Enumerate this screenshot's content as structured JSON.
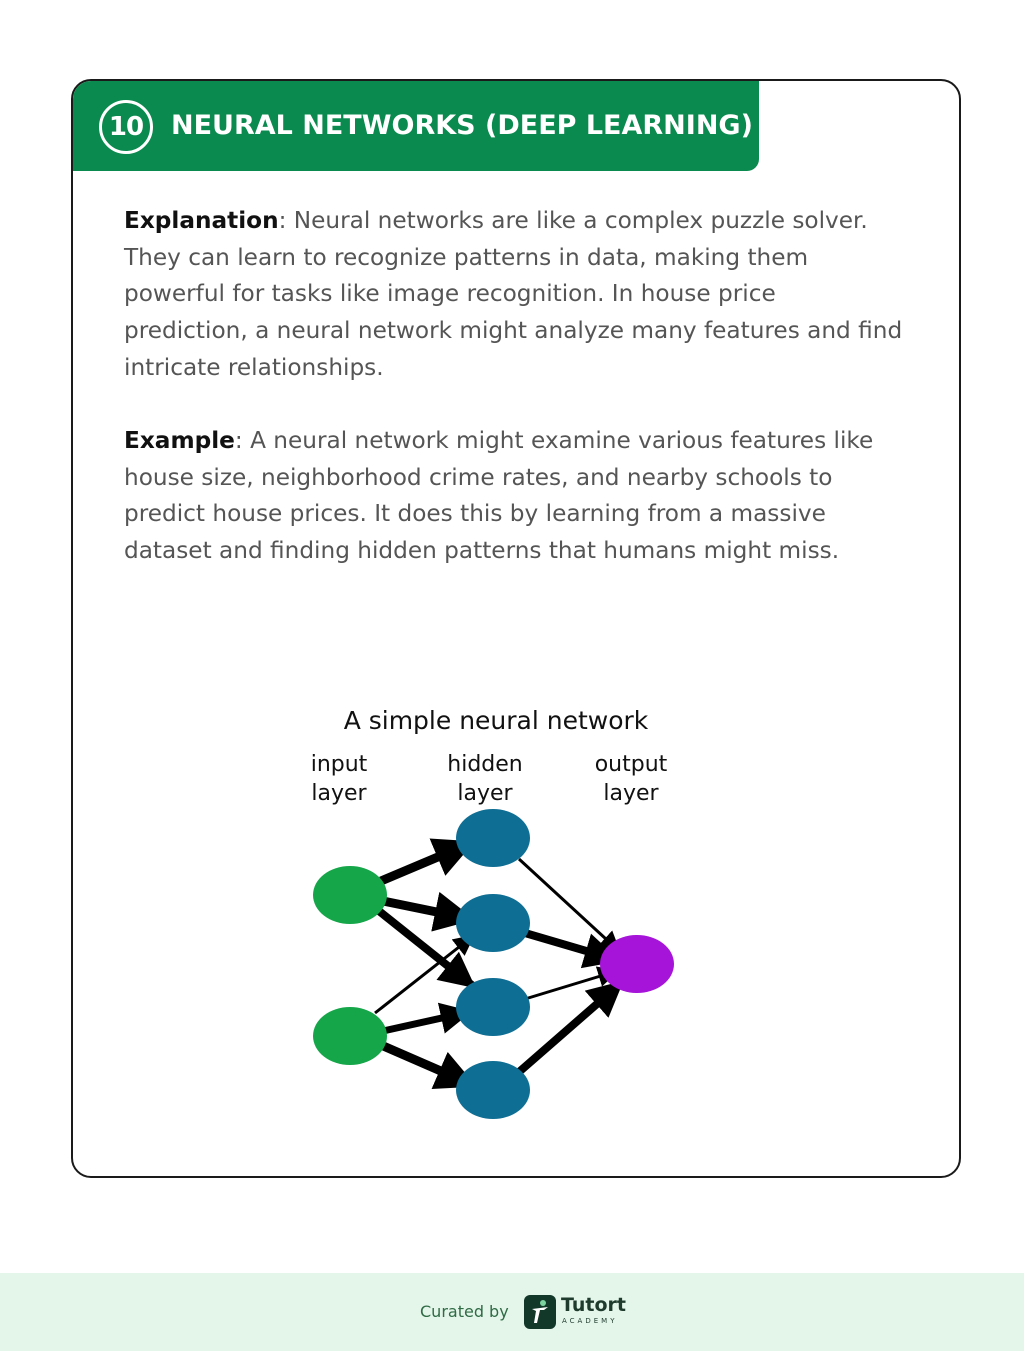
{
  "section": {
    "number": "10",
    "title": "NEURAL NETWORKS (DEEP LEARNING)"
  },
  "explanation": {
    "label": "Explanation",
    "text": ": Neural networks are like a complex puzzle solver. They can learn to recognize patterns in data, making them powerful for tasks like image recognition. In house price prediction, a neural network might analyze many features and find intricate relationships."
  },
  "example": {
    "label": "Example",
    "text": ": A neural network might examine various features like house size, neighborhood crime rates, and nearby schools to predict house prices. It does this by learning from a massive dataset and finding hidden patterns that humans might miss."
  },
  "diagram": {
    "title": "A simple neural network",
    "layers": [
      {
        "line1": "input",
        "line2": "layer",
        "color": "#16a64a"
      },
      {
        "line1": "hidden",
        "line2": "layer",
        "color": "#0f6e94"
      },
      {
        "line1": "output",
        "line2": "layer",
        "color": "#a514d8"
      }
    ]
  },
  "footer": {
    "curated_by": "Curated by",
    "brand": "Tutort",
    "brand_sub": "ACADEMY",
    "background": "#e4f5ea"
  },
  "colors": {
    "accent": "#0a8a4f"
  }
}
